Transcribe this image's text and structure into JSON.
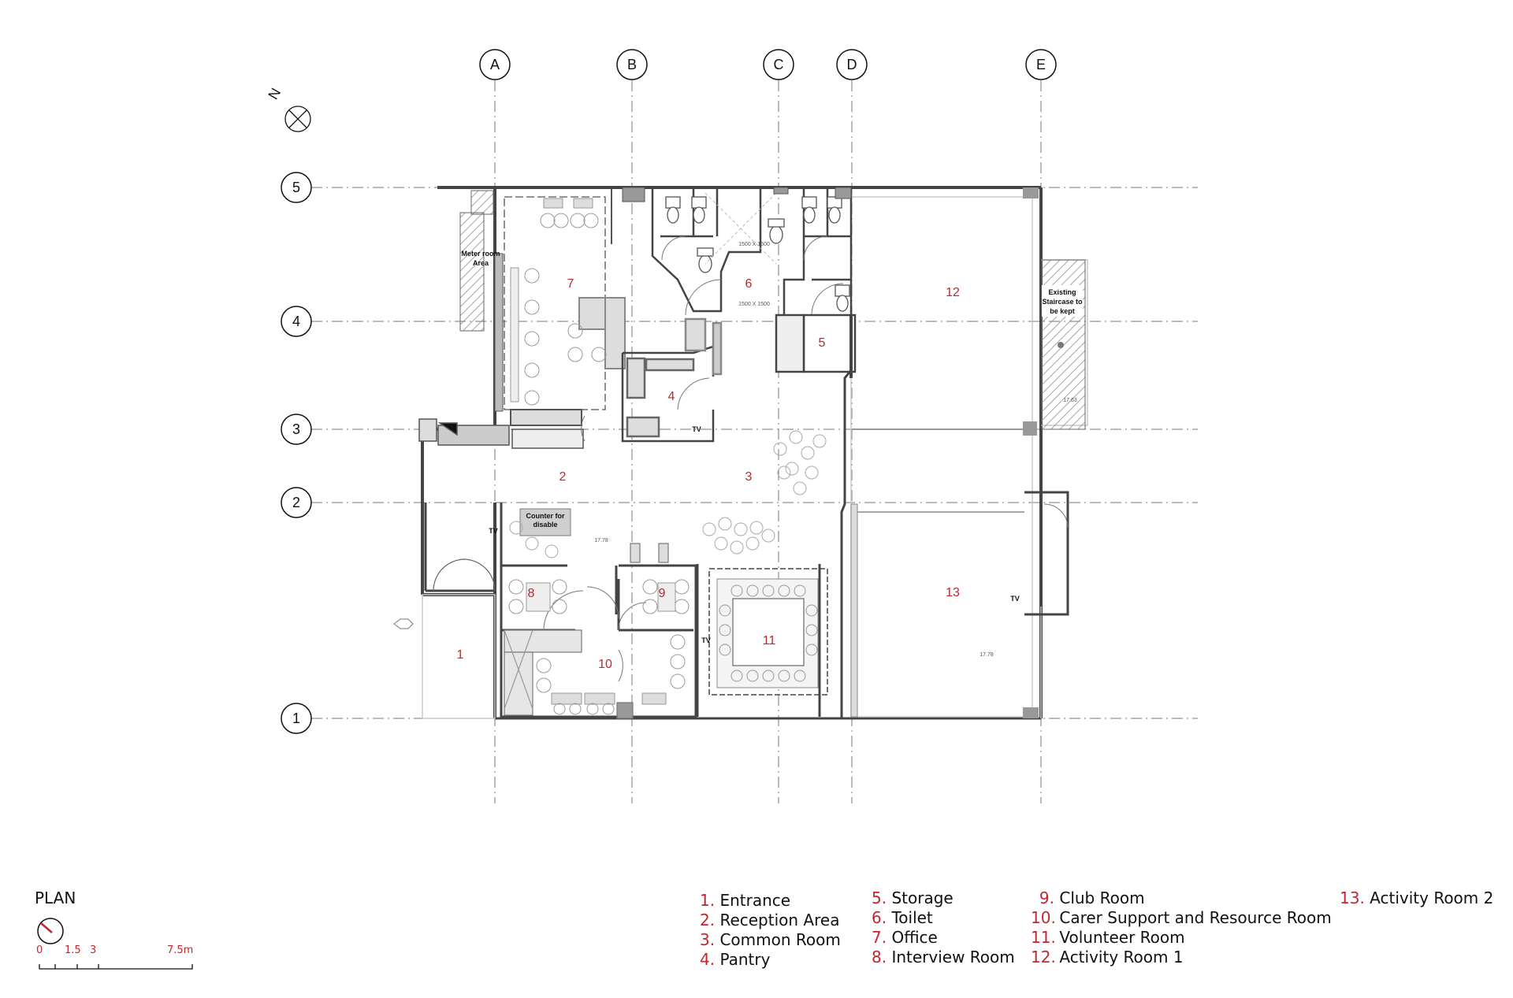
{
  "plan_title": "PLAN",
  "north_label": "N",
  "grid_columns": [
    "A",
    "B",
    "C",
    "D",
    "E"
  ],
  "grid_rows": [
    "5",
    "4",
    "3",
    "2",
    "1"
  ],
  "rooms": {
    "r1": "1",
    "r2": "2",
    "r3": "3",
    "r4": "4",
    "r5": "5",
    "r6": "6",
    "r7": "7",
    "r8": "8",
    "r9": "9",
    "r10": "10",
    "r11": "11",
    "r12": "12",
    "r13": "13"
  },
  "annotations": {
    "meter_room_1": "Meter room",
    "meter_room_2": "Area",
    "staircase_1": "Existing",
    "staircase_2": "Staircase to",
    "staircase_3": "be kept",
    "counter_1": "Counter for",
    "counter_2": "disable",
    "tv": "TV",
    "toilet_dim": "1500 X 1500",
    "level_1": "17.78",
    "level_2": "17.63"
  },
  "scale_bar": {
    "labels": [
      "0",
      "1.5",
      "3",
      "7.5m"
    ]
  },
  "legend": {
    "col1": [
      {
        "num": "1.",
        "label": "Entrance"
      },
      {
        "num": "2.",
        "label": "Reception Area"
      },
      {
        "num": "3.",
        "label": "Common Room"
      },
      {
        "num": "4.",
        "label": "Pantry"
      }
    ],
    "col2": [
      {
        "num": "5.",
        "label": "Storage"
      },
      {
        "num": "6.",
        "label": "Toilet"
      },
      {
        "num": "7.",
        "label": "Office"
      },
      {
        "num": "8.",
        "label": "Interview Room"
      }
    ],
    "col3": [
      {
        "num": "9.",
        "label": "Club Room"
      },
      {
        "num": "10.",
        "label": "Carer Support and Resource Room"
      },
      {
        "num": "11.",
        "label": "Volunteer Room"
      },
      {
        "num": "12.",
        "label": "Activity Room 1"
      }
    ],
    "col4": [
      {
        "num": "13.",
        "label": "Activity Room 2"
      }
    ]
  },
  "colors": {
    "room_number": "#c0272d",
    "wall": "#444444",
    "grid": "#777777",
    "hatch": "#888888"
  }
}
